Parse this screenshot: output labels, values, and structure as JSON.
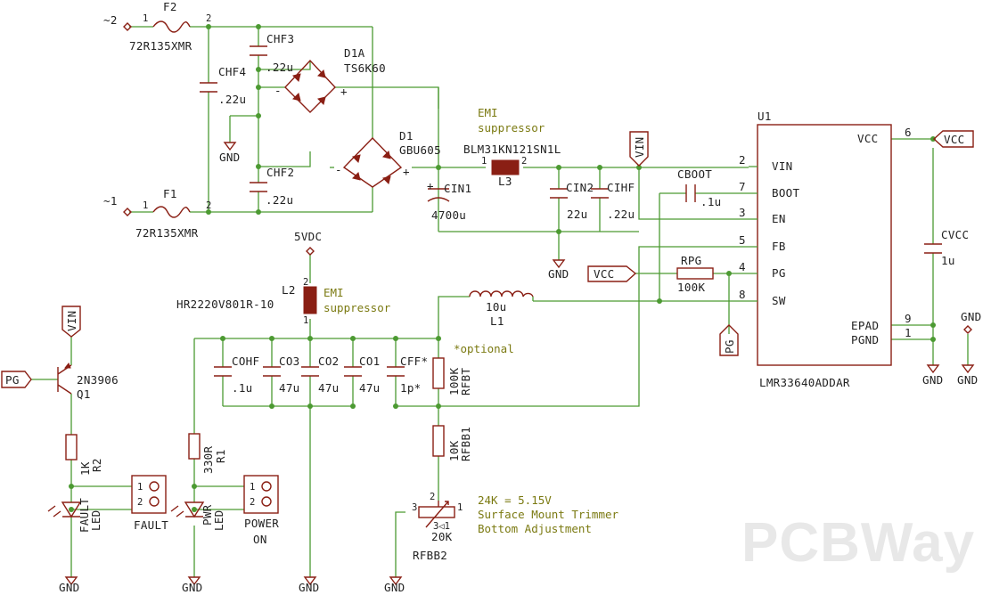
{
  "schematic": {
    "components": {
      "f2": {
        "ref": "F2",
        "part": "72R135XMR",
        "pin1": "1",
        "pin2": "2"
      },
      "f1": {
        "ref": "F1",
        "part": "72R135XMR",
        "pin1": "1",
        "pin2": "2"
      },
      "chf3": {
        "ref": "CHF3",
        "value": ".22u"
      },
      "chf4": {
        "ref": "CHF4",
        "value": ".22u"
      },
      "chf2": {
        "ref": "CHF2",
        "value": ".22u"
      },
      "d1a": {
        "ref": "D1A",
        "part": "TS6K60"
      },
      "d1": {
        "ref": "D1",
        "part": "GBU605"
      },
      "cin1": {
        "ref": "CIN1",
        "value": "4700u"
      },
      "l3": {
        "ref": "L3",
        "part": "BLM31KN121SN1L",
        "pin1": "1",
        "pin2": "2"
      },
      "cin2": {
        "ref": "CIN2",
        "value": "22u"
      },
      "cihf": {
        "ref": "CIHF",
        "value": ".22u"
      },
      "cboot": {
        "ref": "CBOOT",
        "value": ".1u"
      },
      "rpg": {
        "ref": "RPG",
        "value": "100K"
      },
      "cvcc": {
        "ref": "CVCC",
        "value": "1u"
      },
      "l2": {
        "ref": "L2",
        "part": "HR2220V801R-10",
        "pin1": "1",
        "pin2": "2"
      },
      "l1": {
        "ref": "L1",
        "value": "10u"
      },
      "cohf": {
        "ref": "COHF",
        "value": ".1u"
      },
      "co3": {
        "ref": "CO3",
        "value": "47u"
      },
      "co2": {
        "ref": "CO2",
        "value": "47u"
      },
      "co1": {
        "ref": "CO1",
        "value": "47u"
      },
      "cff": {
        "ref": "CFF*",
        "value": "1p*"
      },
      "rfbt": {
        "ref": "RFBT",
        "value": "100K"
      },
      "rfbb1": {
        "ref": "RFBB1",
        "value": "10K"
      },
      "rfbb2": {
        "ref": "RFBB2",
        "value": "20K",
        "pin1": "1",
        "pin2": "2",
        "pin3": "3",
        "pin_sub": "3◁1"
      },
      "q1": {
        "ref": "Q1",
        "part": "2N3906"
      },
      "r2": {
        "ref": "R2",
        "value": "1K"
      },
      "r1": {
        "ref": "R1",
        "value": "330R"
      },
      "fault_led": {
        "line1": "FAULT",
        "line2": "LED"
      },
      "pwr_led": {
        "line1": "PWR",
        "line2": "LED"
      },
      "fault_conn": {
        "label": "FAULT",
        "pin1": "1",
        "pin2": "2"
      },
      "power_conn": {
        "line1": "POWER",
        "line2": "ON",
        "pin1": "1",
        "pin2": "2"
      },
      "u1": {
        "ref": "U1",
        "part": "LMR33640ADDAR",
        "pins_left": [
          {
            "num": "2",
            "name": "VIN"
          },
          {
            "num": "7",
            "name": "BOOT"
          },
          {
            "num": "3",
            "name": "EN"
          },
          {
            "num": "5",
            "name": "FB"
          },
          {
            "num": "4",
            "name": "PG"
          },
          {
            "num": "8",
            "name": "SW"
          }
        ],
        "pins_right": [
          {
            "num": "6",
            "name": "VCC"
          },
          {
            "num": "9",
            "name": "EPAD"
          },
          {
            "num": "1",
            "name": "PGND"
          }
        ]
      }
    },
    "nets": {
      "ac2": "~2",
      "ac1": "~1",
      "vin": "VIN",
      "vcc": "VCC",
      "pg": "PG",
      "gnd": "GND",
      "vdc5": "5VDC"
    },
    "notes": {
      "emi1_line1": "EMI",
      "emi1_line2": "suppressor",
      "emi2_line1": "EMI",
      "emi2_line2": "suppressor",
      "optional": "*optional",
      "trim_line1": "24K = 5.15V",
      "trim_line2": "Surface Mount Trimmer",
      "trim_line3": "Bottom Adjustment"
    },
    "polarity": {
      "plus": "+",
      "minus": "-"
    },
    "watermark": "PCBWay",
    "colors": {
      "wire": "#4c9a32",
      "part": "#8a1f14",
      "note": "#7b7a12",
      "text": "#222222"
    }
  }
}
